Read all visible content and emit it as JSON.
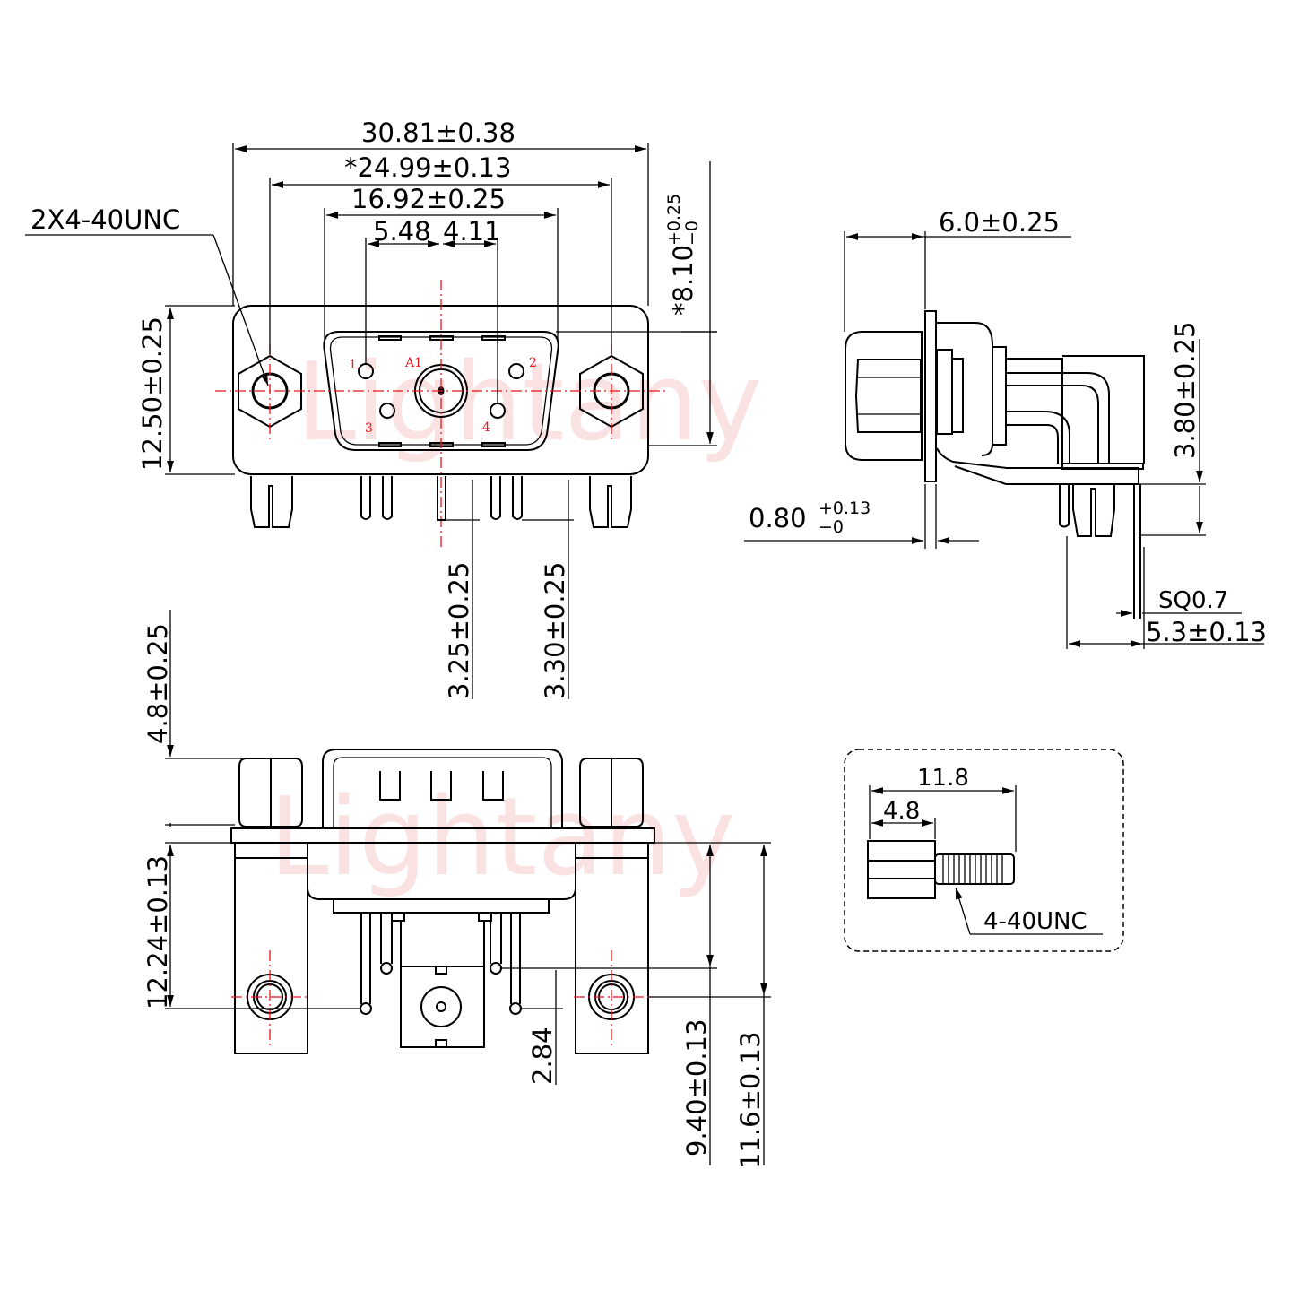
{
  "watermark": "Lightany",
  "colors": {
    "line": "#000000",
    "centerline": "#e8141b",
    "watermark": "#f7c9cb"
  },
  "front_view": {
    "pin_labels": [
      "1",
      "A1",
      "2",
      "3",
      "4"
    ],
    "dims": {
      "overall_width": "30.81±0.38",
      "mount_hole_pitch": "*24.99±0.13",
      "shell_width": "16.92±0.25",
      "pitch_left": "5.48",
      "pitch_right": "4.11",
      "thread_note": "2X4-40UNC",
      "flange_height": "12.50±0.25",
      "shell_height_main": "*8.10",
      "shell_height_tol_plus": "+0.25",
      "shell_height_tol_minus": "−0",
      "pin_tail_a": "3.25±0.25",
      "pin_tail_b": "3.30±0.25"
    }
  },
  "side_view": {
    "dims": {
      "depth": "6.0±0.25",
      "flange_thk_main": "0.80",
      "flange_thk_tol_plus": "+0.13",
      "flange_thk_tol_minus": "−0",
      "pin_offset": "3.80±0.25",
      "pin_square": "SQ0.7",
      "pin_spacing": "5.3±0.13"
    }
  },
  "bottom_view": {
    "dims": {
      "nut_height": "4.8±0.25",
      "flange_to_hole": "12.24±0.13",
      "row_spacing": "2.84",
      "row_a": "9.40±0.13",
      "row_b": "11.6±0.13"
    }
  },
  "screw_detail": {
    "dims": {
      "total_length": "11.8",
      "hex_length": "4.8",
      "thread": "4-40UNC"
    }
  }
}
